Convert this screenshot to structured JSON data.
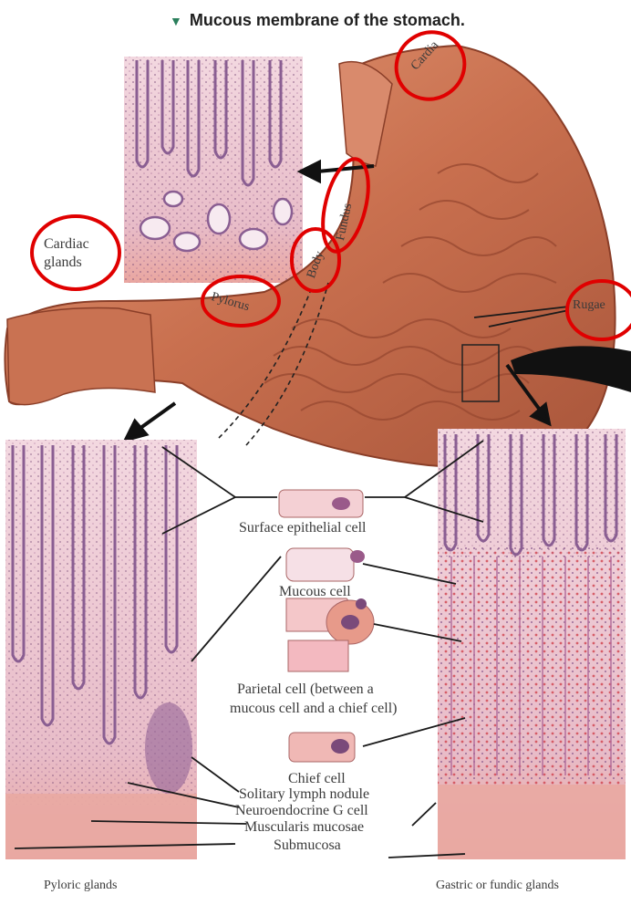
{
  "title": "Mucous membrane of the stomach.",
  "regions": {
    "cardia": "Cardia",
    "fundus": "Fundus",
    "body": "Body",
    "pylorus": "Pylorus",
    "cardiac_glands": "Cardiac glands",
    "rugae": "Rugae"
  },
  "cells": {
    "surface_epithelial": "Surface epithelial cell",
    "mucous": "Mucous cell",
    "parietal_line1": "Parietal cell (between a",
    "parietal_line2": "mucous cell and a chief cell)",
    "chief": "Chief cell",
    "solitary_lymph": "Solitary lymph nodule",
    "neuroendocrine": "Neuroendocrine G cell",
    "muscularis": "Muscularis mucosae",
    "submucosa": "Submucosa"
  },
  "glands": {
    "pyloric": "Pyloric glands",
    "gastric": "Gastric or fundic glands"
  },
  "colors": {
    "highlight_ring": "#e00000",
    "stomach": "#c9704f",
    "tissue": "#e8bcc8",
    "leader": "#1a1a1a"
  }
}
